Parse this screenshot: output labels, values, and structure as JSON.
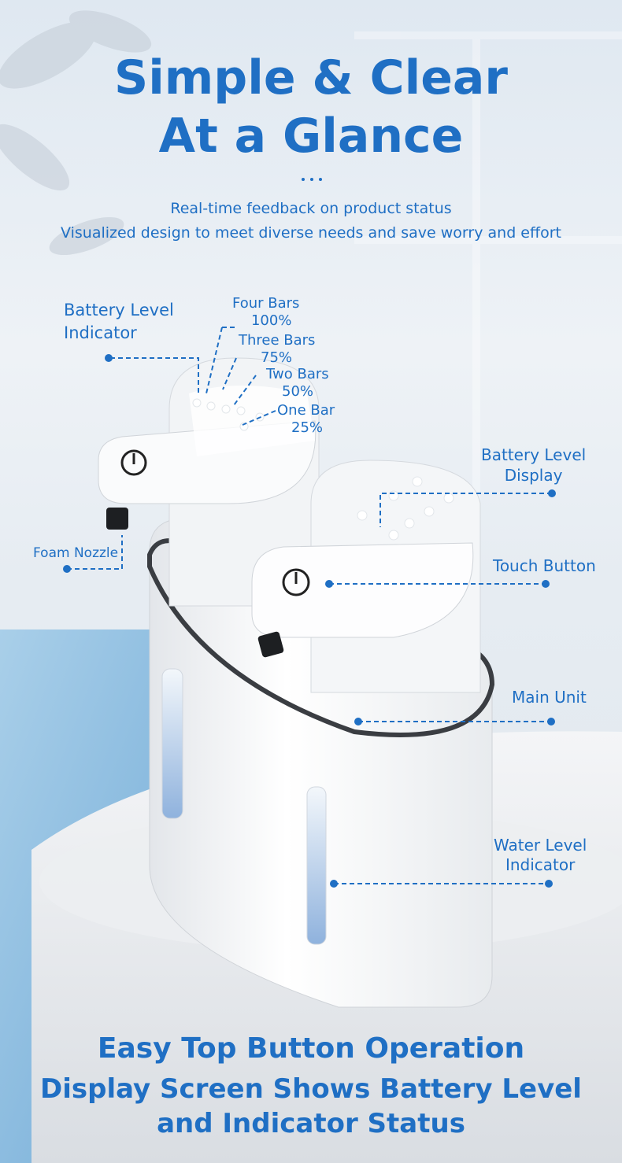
{
  "header": {
    "title_line1": "Simple & Clear",
    "title_line2": "At a Glance",
    "subtitle_line1": "Real-time feedback on product status",
    "subtitle_line2": "Visualized design to meet diverse needs and save worry and effort"
  },
  "callouts": {
    "battery_indicator_line1": "Battery Level",
    "battery_indicator_line2": "Indicator",
    "four_bars": "Four Bars",
    "four_bars_pct": "100%",
    "three_bars": "Three Bars",
    "three_bars_pct": "75%",
    "two_bars": "Two Bars",
    "two_bars_pct": "50%",
    "one_bar": "One Bar",
    "one_bar_pct": "25%",
    "battery_display_line1": "Battery Level",
    "battery_display_line2": "Display",
    "touch_button": "Touch Button",
    "foam_nozzle": "Foam Nozzle",
    "main_unit": "Main Unit",
    "water_level_line1": "Water Level",
    "water_level_line2": "Indicator"
  },
  "footer": {
    "line1": "Easy Top Button Operation",
    "line2": "Display Screen Shows Battery Level",
    "line3": "and Indicator Status"
  },
  "colors": {
    "accent": "#1f6fc4",
    "background": "#e6ecf2"
  }
}
